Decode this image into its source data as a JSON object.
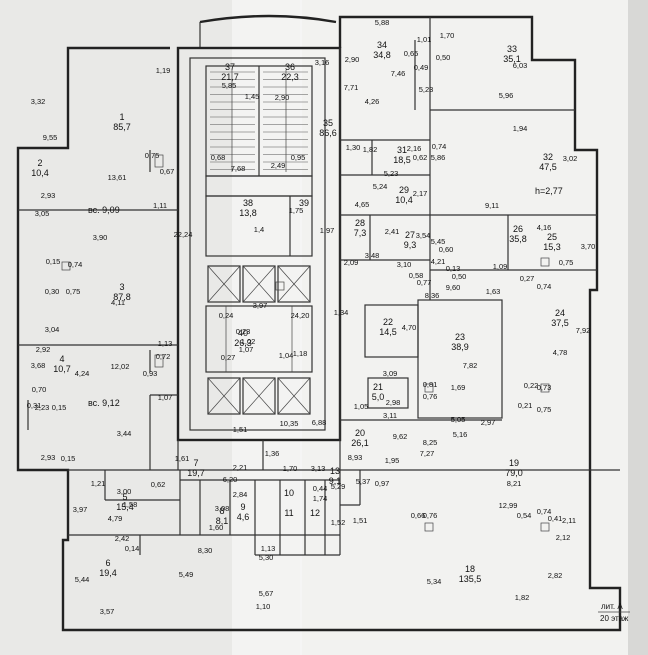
{
  "stamp": {
    "line1": "лит. А",
    "line2": "20 этаж"
  },
  "rooms": [
    {
      "n": "1",
      "area": "85,7"
    },
    {
      "n": "2",
      "area": "10,4"
    },
    {
      "n": "3",
      "area": "87,8"
    },
    {
      "n": "4",
      "area": "10,7"
    },
    {
      "n": "5",
      "area": "15,4"
    },
    {
      "n": "6",
      "area": "19,4"
    },
    {
      "n": "7",
      "area": "19,7"
    },
    {
      "n": "8",
      "area": "8,1"
    },
    {
      "n": "9",
      "area": "4,6"
    },
    {
      "n": "10",
      "area": ""
    },
    {
      "n": "11",
      "area": ""
    },
    {
      "n": "12",
      "area": ""
    },
    {
      "n": "13",
      "area": "9,1"
    },
    {
      "n": "18",
      "area": "135,5"
    },
    {
      "n": "19",
      "area": "79,0"
    },
    {
      "n": "20",
      "area": "26,1"
    },
    {
      "n": "21",
      "area": "5,0"
    },
    {
      "n": "22",
      "area": "14,5"
    },
    {
      "n": "23",
      "area": "38,9"
    },
    {
      "n": "24",
      "area": "37,5"
    },
    {
      "n": "25",
      "area": "15,3"
    },
    {
      "n": "26",
      "area": "35,8"
    },
    {
      "n": "27",
      "area": "9,3"
    },
    {
      "n": "28",
      "area": "7,3"
    },
    {
      "n": "29",
      "area": "10,4"
    },
    {
      "n": "31",
      "area": "18,5"
    },
    {
      "n": "32",
      "area": "47,5"
    },
    {
      "n": "33",
      "area": "35,1"
    },
    {
      "n": "34",
      "area": "34,8"
    },
    {
      "n": "35",
      "area": "86,6"
    },
    {
      "n": "36",
      "area": "22,3"
    },
    {
      "n": "37",
      "area": "21,7"
    },
    {
      "n": "38",
      "area": "13,8"
    },
    {
      "n": "39",
      "area": ""
    },
    {
      "n": "40",
      "area": "26,3"
    }
  ],
  "notes": {
    "h1": "вс. 9,09",
    "h2": "вс. 9,12",
    "h3": "h=2,77"
  },
  "dims": [
    "5,88",
    "1,01",
    "1,70",
    "0,65",
    "0,50",
    "0,49",
    "7,46",
    "5,23",
    "6,03",
    "5,96",
    "4,26",
    "1,94",
    "5,86",
    "3,02",
    "9,11",
    "1,82",
    "2,16",
    "0,74",
    "0,62",
    "1,30",
    "5,23",
    "5,24",
    "2,17",
    "4,65",
    "4,16",
    "3,70",
    "5,45",
    "4,21",
    "3,54",
    "0,60",
    "2,41",
    "2,09",
    "3,48",
    "3,10",
    "0,58",
    "0,77",
    "0,13",
    "0,50",
    "1,09",
    "0,75",
    "0,27",
    "0,74",
    "9,60",
    "8,36",
    "1,63",
    "7,92",
    "4,78",
    "4,70",
    "7,82",
    "3,09",
    "0,81",
    "0,76",
    "1,69",
    "1,05",
    "2,98",
    "3,11",
    "5,05",
    "5,16",
    "9,62",
    "8,25",
    "7,27",
    "2,97",
    "0,22",
    "0,73",
    "0,21",
    "0,75",
    "8,21",
    "12,99",
    "0,97",
    "1,95",
    "8,93",
    "5,37",
    "0,66",
    "0,76",
    "0,54",
    "0,74",
    "0,41",
    "2,11",
    "2,12",
    "5,34",
    "2,82",
    "1,82",
    "9,55",
    "3,32",
    "1,19",
    "0,75",
    "0,67",
    "2,93",
    "13,61",
    "3,05",
    "1,11",
    "3,90",
    "22,24",
    "0,15",
    "0,74",
    "0,30",
    "0,75",
    "4,11",
    "3,04",
    "2,92",
    "3,68",
    "4,24",
    "1,13",
    "0,72",
    "0,93",
    "0,70",
    "0,31",
    "0,15",
    "2,23",
    "1,07",
    "3,44",
    "12,02",
    "2,93",
    "0,15",
    "1,61",
    "1,21",
    "3,00",
    "0,62",
    "3,97",
    "4,79",
    "1,58",
    "2,42",
    "0,14",
    "5,44",
    "8,30",
    "5,49",
    "3,57",
    "1,10",
    "5,30",
    "5,67",
    "6,20",
    "2,21",
    "1,36",
    "1,70",
    "3,13",
    "3,08",
    "2,84",
    "1,60",
    "1,13",
    "0,44",
    "1,74",
    "5,29",
    "1,52",
    "1,51",
    "10,35",
    "1,51",
    "6,88",
    "3,97",
    "1,02",
    "0,24",
    "0,23",
    "1,07",
    "0,27",
    "1,04",
    "24,20",
    "1,18",
    "1,97",
    "1,34",
    "3,16",
    "2,90",
    "7,71",
    "7,68",
    "0,68",
    "0,95",
    "1,45",
    "2,90",
    "5,85",
    "2,49",
    "1,4",
    "1,75"
  ]
}
